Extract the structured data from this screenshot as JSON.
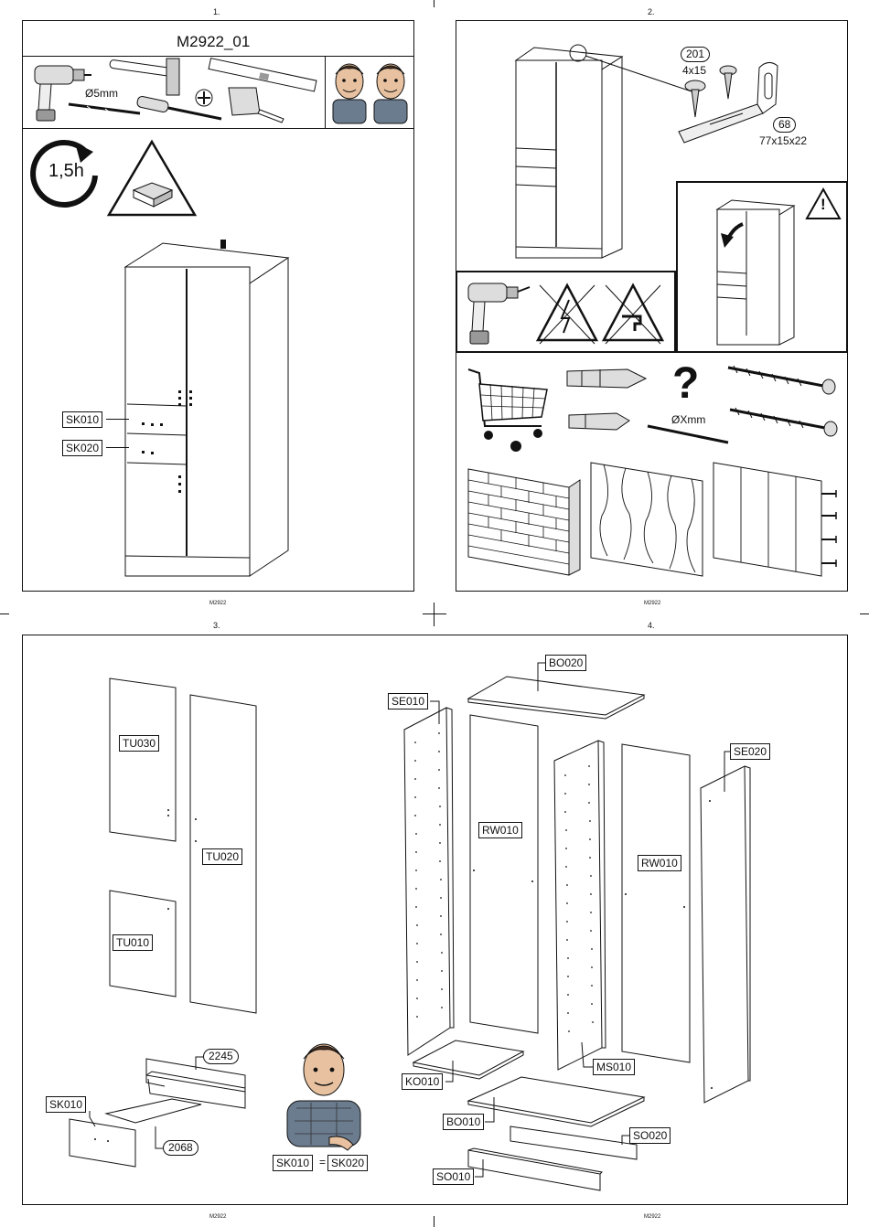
{
  "pages": {
    "p1": {
      "number": "1.",
      "footer": "M2922"
    },
    "p2": {
      "number": "2.",
      "footer": "M2922"
    },
    "p3": {
      "number": "3.",
      "footer": "M2922"
    },
    "p4": {
      "number": "4.",
      "footer": "M2922"
    }
  },
  "page1": {
    "model": "M2922_01",
    "drill_size": "Ø5mm",
    "time": "1,5h",
    "labels": {
      "sk010": "SK010",
      "sk020": "SK020"
    }
  },
  "page2": {
    "part_201": {
      "id": "201",
      "size": "4x15"
    },
    "part_68": {
      "id": "68",
      "size": "77x15x22"
    },
    "question": "?",
    "drill_x": "ØXmm",
    "warning": "!"
  },
  "page3": {
    "labels": {
      "tu030": "TU030",
      "tu020": "TU020",
      "tu010": "TU010",
      "sk010": "SK010",
      "p2245": "2245",
      "p2068": "2068"
    },
    "equation": {
      "left": "SK010",
      "op": "=",
      "right": "SK020"
    }
  },
  "page4": {
    "labels": {
      "bo020": "BO020",
      "se010": "SE010",
      "se020": "SE020",
      "rw010a": "RW010",
      "rw010b": "RW010",
      "ko010": "KO010",
      "ms010": "MS010",
      "bo010": "BO010",
      "so020": "SO020",
      "so010": "SO010"
    }
  }
}
